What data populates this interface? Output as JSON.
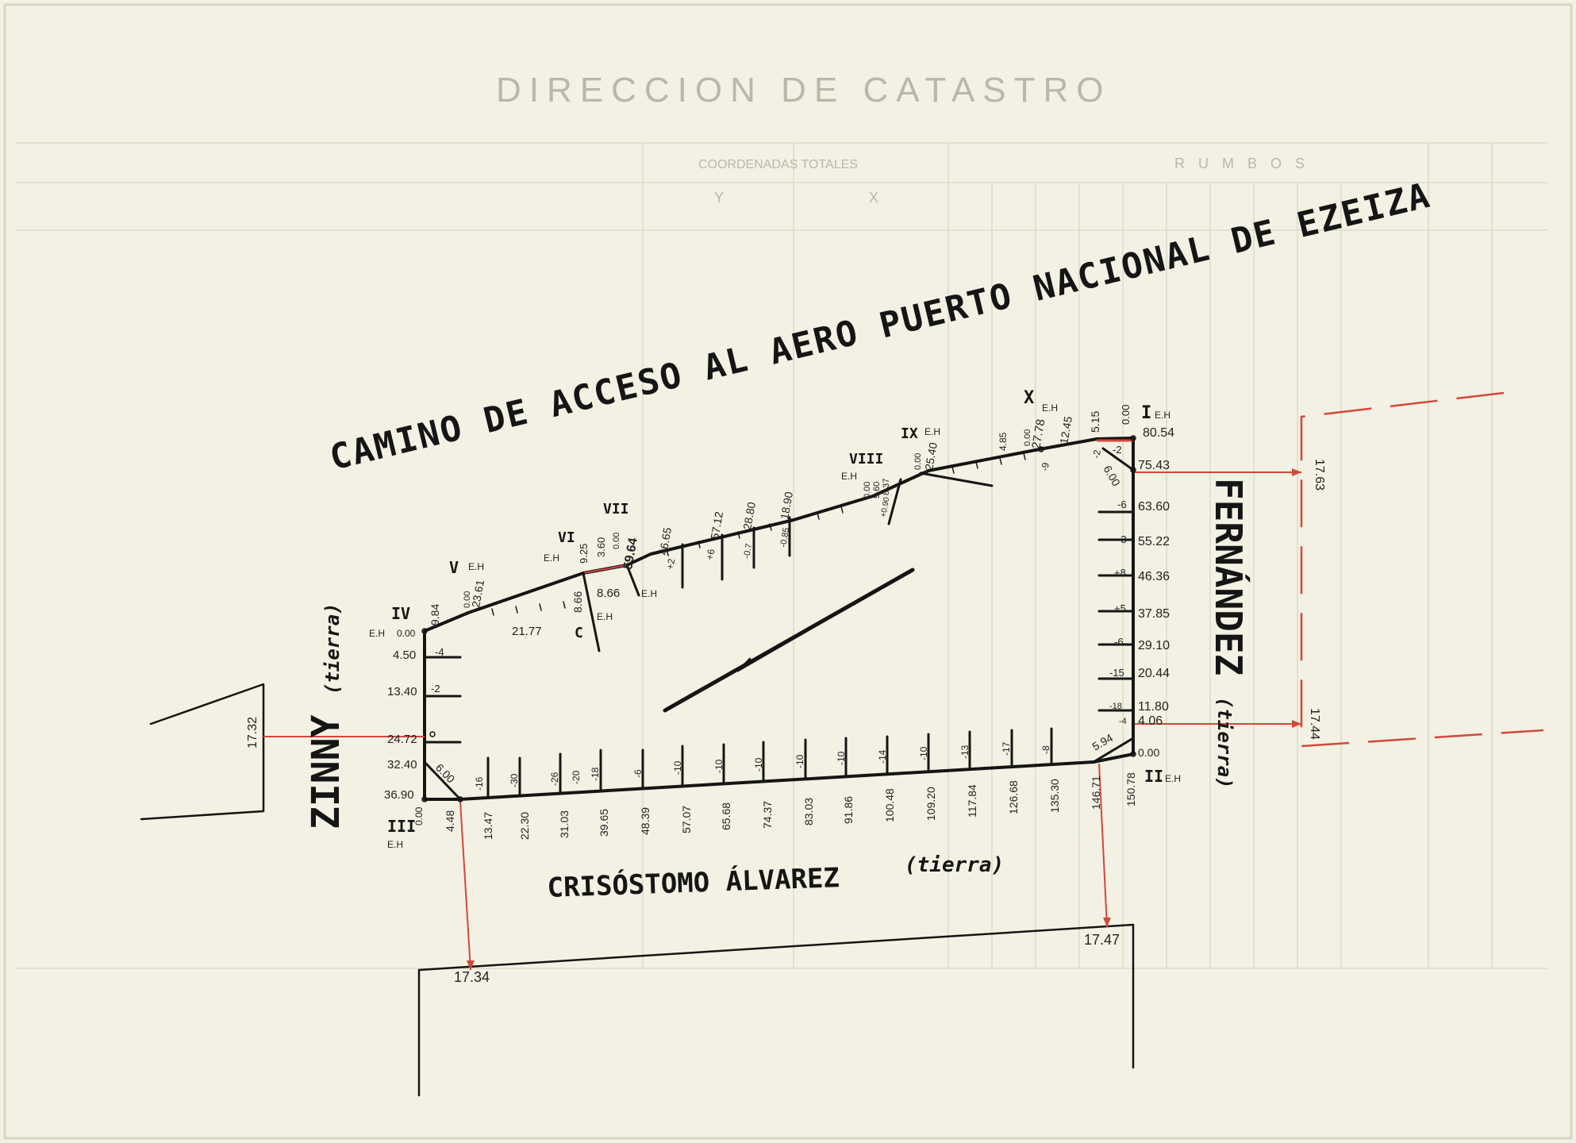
{
  "title": "CAMINO DE ACCESO AL AERO PUERTO NACIONAL DE EZEIZA",
  "form_header": "DIRECCION DE CATASTRO",
  "form_columns": {
    "rumbos": "R U M B O S",
    "coordenadas": "COORDENADAS TOTALES",
    "x": "X",
    "y": "Y"
  },
  "neighbors": {
    "zinny": "ZINNY",
    "zinny_note": "(tierra)",
    "fernandez": "FERNÁNDEZ",
    "fernandez_note": "(tierra)",
    "alvarez": "CRISÓSTOMO ÁLVAREZ",
    "alvarez_note": "(tierra)"
  },
  "vertices": {
    "I": "I",
    "II": "II",
    "III": "III",
    "IV": "IV",
    "V": "V",
    "VI": "VI",
    "VII": "VII",
    "VIII": "VIII",
    "IX": "IX",
    "X": "X",
    "C": "C",
    "EH": "E.H"
  },
  "east_side": {
    "distances": [
      "80.54",
      "75.43",
      "63.60",
      "55.22",
      "46.36",
      "37.85",
      "29.10",
      "20.44",
      "11.80",
      "4.06",
      "0.00"
    ],
    "offsets": [
      "-2",
      "-6",
      "-3",
      "+8",
      "+5",
      "-6",
      "-15",
      "-18",
      "-4"
    ],
    "corner": "6.00",
    "top_zero": "0.00",
    "top_chain": "5.15"
  },
  "south_side": {
    "distances": [
      "0.00",
      "4.48",
      "13.47",
      "22.30",
      "31.03",
      "39.65",
      "48.39",
      "57.07",
      "65.68",
      "74.37",
      "83.03",
      "91.86",
      "100.48",
      "109.20",
      "117.84",
      "126.68",
      "135.30",
      "146.71",
      "150.78"
    ],
    "offsets": [
      "-16",
      "-30",
      "-26",
      "-20",
      "-18",
      "-6",
      "-10",
      "-10",
      "-10",
      "-10",
      "-10",
      "-14",
      "-10",
      "-13",
      "-17",
      "-8"
    ],
    "corner_w": "6.00",
    "corner_e": "5.94"
  },
  "west_side": {
    "distances": [
      "0.00",
      "4.50",
      "13.40",
      "24.72",
      "32.40",
      "36.90"
    ],
    "offsets": [
      "-4",
      "-2"
    ],
    "top_dist": "9.84"
  },
  "north_side": {
    "labels": [
      "0.00",
      "23.61",
      "21.77",
      "8.66",
      "9.25",
      "8.66",
      "3.60",
      "0.00",
      "59.64",
      "46.65",
      "57.12",
      "28.80",
      "18.90",
      "0.00",
      "9.60",
      "8.37",
      "0.00",
      "25.40",
      "4.85",
      "0.00",
      "27.78",
      "12.45"
    ],
    "offsets": [
      "+2",
      "+6",
      "-0.7",
      "-0.85",
      "+0.90",
      "-9",
      "-2"
    ]
  },
  "ties": {
    "east_top": "17.63",
    "east_bottom": "17.44",
    "west": "17.32",
    "south_w": "17.34",
    "south_e": "17.47"
  },
  "colors": {
    "ink": "#151515",
    "red": "#d2483c",
    "paper": "#f3f1e3"
  }
}
